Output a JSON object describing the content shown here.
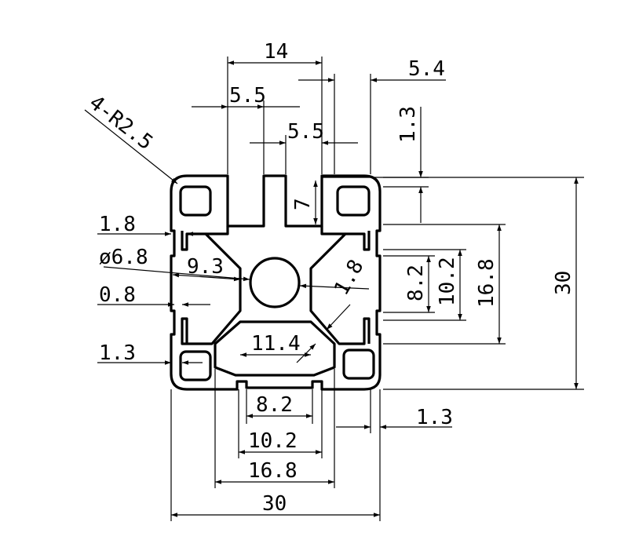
{
  "drawing": {
    "labels": {
      "top_width_14": "14",
      "slot_5_5_a": "5.5",
      "slot_5_5_b": "5.5",
      "right_5_4": "5.4",
      "radius": "4-R2.5",
      "depth_1_3": "1.3",
      "depth_7": "7",
      "overall_30_v": "30",
      "dim_16_8_v": "16.8",
      "dim_10_2_v": "10.2",
      "dim_8_2_v": "8.2",
      "wall_1_8_right": "1.8",
      "wall_1_8_left": "1.8",
      "bore": "ø6.8",
      "dim_9_3": "9.3",
      "wall_0_8": "0.8",
      "wall_1_3_left": "1.3",
      "dim_11_4": "11.4",
      "dim_8_2_h": "8.2",
      "dim_10_2_h": "10.2",
      "dim_16_8_h": "16.8",
      "overall_30_h": "30",
      "wall_1_3_bottom": "1.3"
    }
  }
}
